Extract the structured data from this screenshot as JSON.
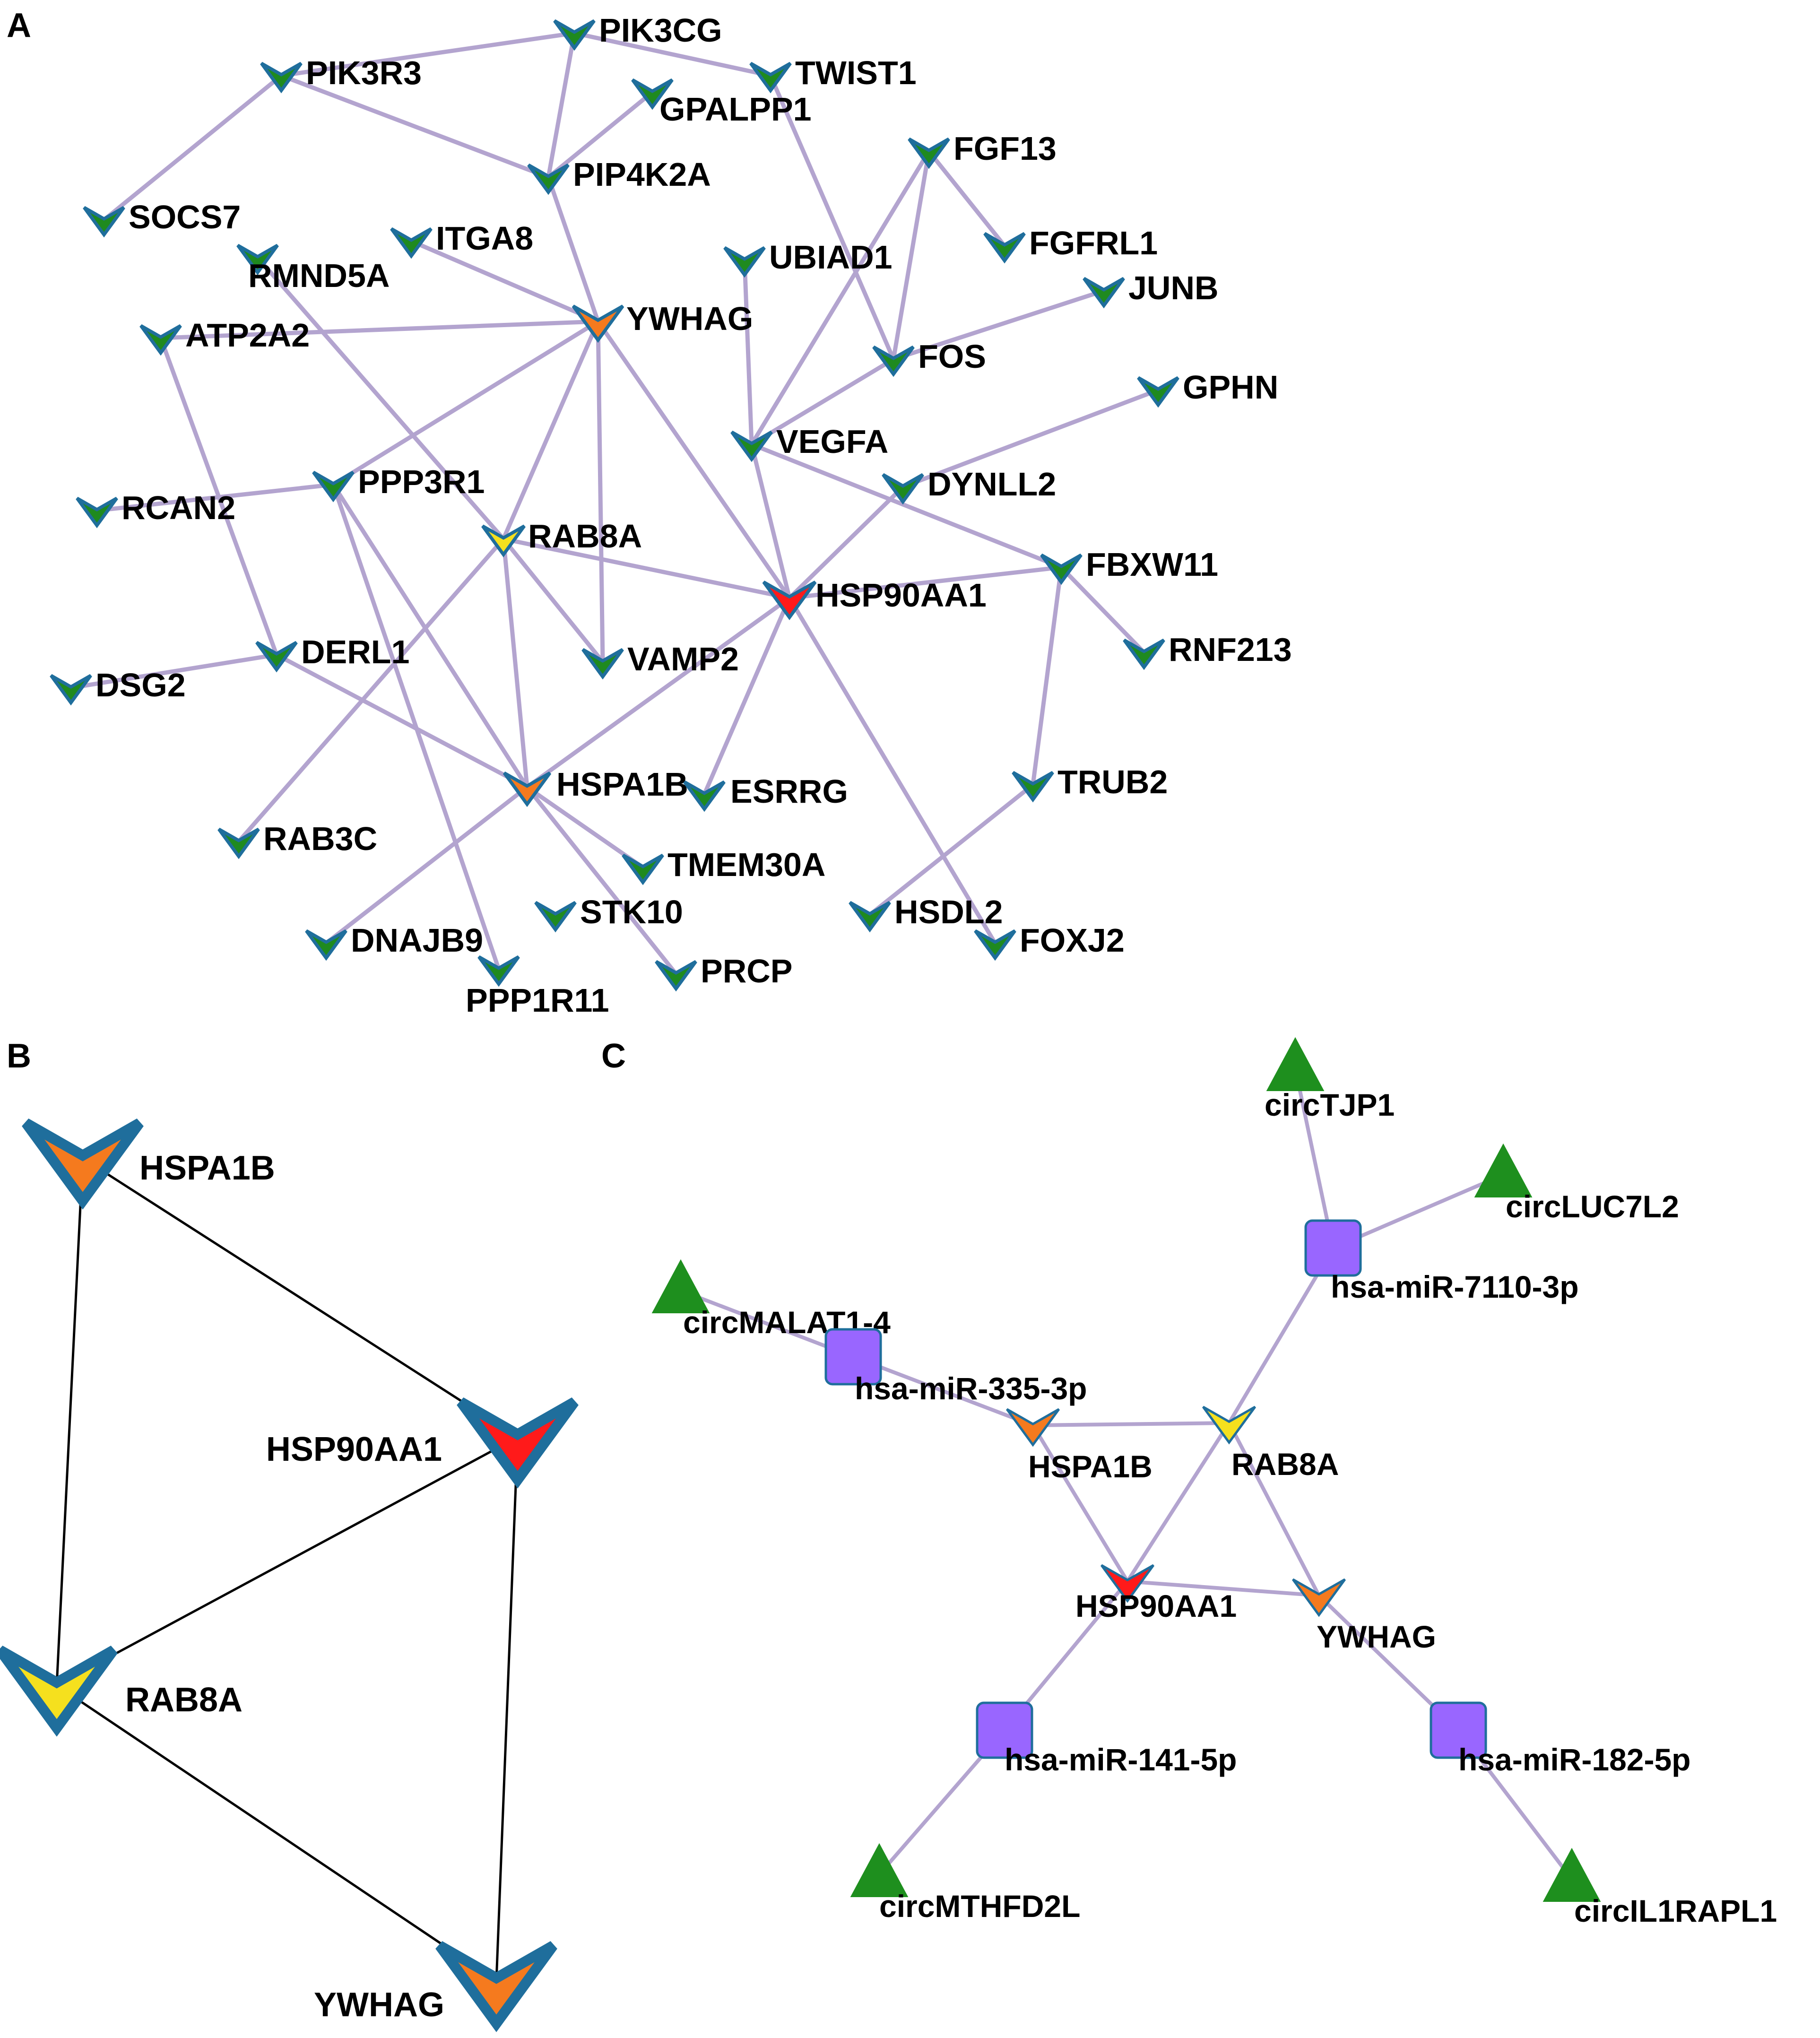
{
  "colors": {
    "edge_ab": "#b3a4cf",
    "edge_b": "#000000",
    "hub_red": "#ff1a1a",
    "hub_orange": "#f57a1e",
    "hub_yellow": "#f5e01e",
    "node_green": "#1f8a1f",
    "node_outline": "#1f6e9c",
    "mirna": "#9966ff",
    "circ_green": "#1e8f1e"
  },
  "panels": {
    "A": {
      "letter": "A",
      "nodes": [
        {
          "id": "PIK3CG",
          "label": "PIK3CG",
          "color": "green"
        },
        {
          "id": "PIK3R3",
          "label": "PIK3R3",
          "color": "green"
        },
        {
          "id": "TWIST1",
          "label": "TWIST1",
          "color": "green"
        },
        {
          "id": "GPALPP1",
          "label": "GPALPP1",
          "color": "green"
        },
        {
          "id": "FGF13",
          "label": "FGF13",
          "color": "green"
        },
        {
          "id": "PIP4K2A",
          "label": "PIP4K2A",
          "color": "green"
        },
        {
          "id": "SOCS7",
          "label": "SOCS7",
          "color": "green"
        },
        {
          "id": "ITGA8",
          "label": "ITGA8",
          "color": "green"
        },
        {
          "id": "RMND5A",
          "label": "RMND5A",
          "color": "green"
        },
        {
          "id": "FGFRL1",
          "label": "FGFRL1",
          "color": "green"
        },
        {
          "id": "UBIAD1",
          "label": "UBIAD1",
          "color": "green"
        },
        {
          "id": "JUNB",
          "label": "JUNB",
          "color": "green"
        },
        {
          "id": "YWHAG",
          "label": "YWHAG",
          "color": "orange"
        },
        {
          "id": "ATP2A2",
          "label": "ATP2A2",
          "color": "green"
        },
        {
          "id": "FOS",
          "label": "FOS",
          "color": "green"
        },
        {
          "id": "GPHN",
          "label": "GPHN",
          "color": "green"
        },
        {
          "id": "VEGFA",
          "label": "VEGFA",
          "color": "green"
        },
        {
          "id": "DYNLL2",
          "label": "DYNLL2",
          "color": "green"
        },
        {
          "id": "PPP3R1",
          "label": "PPP3R1",
          "color": "green"
        },
        {
          "id": "RCAN2",
          "label": "RCAN2",
          "color": "green"
        },
        {
          "id": "RAB8A",
          "label": "RAB8A",
          "color": "yellow"
        },
        {
          "id": "FBXW11",
          "label": "FBXW11",
          "color": "green"
        },
        {
          "id": "HSP90AA1",
          "label": "HSP90AA1",
          "color": "red"
        },
        {
          "id": "RNF213",
          "label": "RNF213",
          "color": "green"
        },
        {
          "id": "DERL1",
          "label": "DERL1",
          "color": "green"
        },
        {
          "id": "VAMP2",
          "label": "VAMP2",
          "color": "green"
        },
        {
          "id": "DSG2",
          "label": "DSG2",
          "color": "green"
        },
        {
          "id": "TRUB2",
          "label": "TRUB2",
          "color": "green"
        },
        {
          "id": "HSPA1B",
          "label": "HSPA1B",
          "color": "orange"
        },
        {
          "id": "ESRRG",
          "label": "ESRRG",
          "color": "green"
        },
        {
          "id": "RAB3C",
          "label": "RAB3C",
          "color": "green"
        },
        {
          "id": "TMEM30A",
          "label": "TMEM30A",
          "color": "green"
        },
        {
          "id": "HSDL2",
          "label": "HSDL2",
          "color": "green"
        },
        {
          "id": "STK10",
          "label": "STK10",
          "color": "green"
        },
        {
          "id": "FOXJ2",
          "label": "FOXJ2",
          "color": "green"
        },
        {
          "id": "DNAJB9",
          "label": "DNAJB9",
          "color": "green"
        },
        {
          "id": "PRCP",
          "label": "PRCP",
          "color": "green"
        },
        {
          "id": "PPP1R11",
          "label": "PPP1R11",
          "color": "green"
        }
      ],
      "edges": [
        [
          "PIK3R3",
          "PIK3CG"
        ],
        [
          "PIK3CG",
          "TWIST1"
        ],
        [
          "PIK3R3",
          "SOCS7"
        ],
        [
          "PIK3R3",
          "PIP4K2A"
        ],
        [
          "PIK3CG",
          "PIP4K2A"
        ],
        [
          "GPALPP1",
          "PIP4K2A"
        ],
        [
          "PIP4K2A",
          "YWHAG"
        ],
        [
          "TWIST1",
          "FOS"
        ],
        [
          "FGF13",
          "FGFRL1"
        ],
        [
          "FGF13",
          "FOS"
        ],
        [
          "FGF13",
          "VEGFA"
        ],
        [
          "JUNB",
          "FOS"
        ],
        [
          "FOS",
          "VEGFA"
        ],
        [
          "UBIAD1",
          "VEGFA"
        ],
        [
          "ITGA8",
          "YWHAG"
        ],
        [
          "RMND5A",
          "RAB8A"
        ],
        [
          "ATP2A2",
          "YWHAG"
        ],
        [
          "ATP2A2",
          "DERL1"
        ],
        [
          "YWHAG",
          "PPP3R1"
        ],
        [
          "YWHAG",
          "RAB8A"
        ],
        [
          "YWHAG",
          "VAMP2"
        ],
        [
          "YWHAG",
          "HSP90AA1"
        ],
        [
          "GPHN",
          "DYNLL2"
        ],
        [
          "VEGFA",
          "HSP90AA1"
        ],
        [
          "VEGFA",
          "FBXW11"
        ],
        [
          "DYNLL2",
          "HSP90AA1"
        ],
        [
          "RCAN2",
          "PPP3R1"
        ],
        [
          "PPP3R1",
          "HSPA1B"
        ],
        [
          "PPP3R1",
          "PPP1R11"
        ],
        [
          "RAB8A",
          "HSP90AA1"
        ],
        [
          "RAB8A",
          "VAMP2"
        ],
        [
          "RAB8A",
          "HSPA1B"
        ],
        [
          "RAB8A",
          "RAB3C"
        ],
        [
          "HSP90AA1",
          "FBXW11"
        ],
        [
          "HSP90AA1",
          "HSPA1B"
        ],
        [
          "HSP90AA1",
          "ESRRG"
        ],
        [
          "HSP90AA1",
          "FOXJ2"
        ],
        [
          "FBXW11",
          "RNF213"
        ],
        [
          "FBXW11",
          "TRUB2"
        ],
        [
          "TRUB2",
          "HSDL2"
        ],
        [
          "DSG2",
          "DERL1"
        ],
        [
          "DERL1",
          "HSPA1B"
        ],
        [
          "HSPA1B",
          "DNAJB9"
        ],
        [
          "HSPA1B",
          "TMEM30A"
        ],
        [
          "HSPA1B",
          "PRCP"
        ]
      ]
    },
    "B": {
      "letter": "B",
      "nodes": [
        {
          "id": "HSPA1B",
          "label": "HSPA1B",
          "color": "orange"
        },
        {
          "id": "HSP90AA1",
          "label": "HSP90AA1",
          "color": "red"
        },
        {
          "id": "RAB8A",
          "label": "RAB8A",
          "color": "yellow"
        },
        {
          "id": "YWHAG",
          "label": "YWHAG",
          "color": "orange"
        }
      ],
      "edges": [
        [
          "HSPA1B",
          "HSP90AA1"
        ],
        [
          "HSPA1B",
          "RAB8A"
        ],
        [
          "RAB8A",
          "HSP90AA1"
        ],
        [
          "RAB8A",
          "YWHAG"
        ],
        [
          "HSP90AA1",
          "YWHAG"
        ]
      ]
    },
    "C": {
      "letter": "C",
      "nodes": [
        {
          "id": "circTJP1",
          "label": "circTJP1",
          "kind": "circ"
        },
        {
          "id": "circLUC7L2",
          "label": "circLUC7L2",
          "kind": "circ"
        },
        {
          "id": "hsa-miR-7110-3p",
          "label": "hsa-miR-7110-3p",
          "kind": "mirna"
        },
        {
          "id": "circMALAT1-4",
          "label": "circMALAT1-4",
          "kind": "circ"
        },
        {
          "id": "hsa-miR-335-3p",
          "label": "hsa-miR-335-3p",
          "kind": "mirna"
        },
        {
          "id": "HSPA1B",
          "label": "HSPA1B",
          "kind": "gene",
          "color": "orange"
        },
        {
          "id": "RAB8A",
          "label": "RAB8A",
          "kind": "gene",
          "color": "yellow"
        },
        {
          "id": "HSP90AA1",
          "label": "HSP90AA1",
          "kind": "gene",
          "color": "red"
        },
        {
          "id": "YWHAG",
          "label": "YWHAG",
          "kind": "gene",
          "color": "orange"
        },
        {
          "id": "hsa-miR-141-5p",
          "label": "hsa-miR-141-5p",
          "kind": "mirna"
        },
        {
          "id": "hsa-miR-182-5p",
          "label": "hsa-miR-182-5p",
          "kind": "mirna"
        },
        {
          "id": "circMTHFD2L",
          "label": "circMTHFD2L",
          "kind": "circ"
        },
        {
          "id": "circIL1RAPL1",
          "label": "circIL1RAPL1",
          "kind": "circ"
        }
      ],
      "edges": [
        [
          "circTJP1",
          "hsa-miR-7110-3p"
        ],
        [
          "circLUC7L2",
          "hsa-miR-7110-3p"
        ],
        [
          "hsa-miR-7110-3p",
          "RAB8A"
        ],
        [
          "circMALAT1-4",
          "hsa-miR-335-3p"
        ],
        [
          "hsa-miR-335-3p",
          "HSPA1B"
        ],
        [
          "HSPA1B",
          "RAB8A"
        ],
        [
          "HSPA1B",
          "HSP90AA1"
        ],
        [
          "RAB8A",
          "HSP90AA1"
        ],
        [
          "RAB8A",
          "YWHAG"
        ],
        [
          "HSP90AA1",
          "YWHAG"
        ],
        [
          "HSP90AA1",
          "hsa-miR-141-5p"
        ],
        [
          "hsa-miR-141-5p",
          "circMTHFD2L"
        ],
        [
          "YWHAG",
          "hsa-miR-182-5p"
        ],
        [
          "hsa-miR-182-5p",
          "circIL1RAPL1"
        ]
      ]
    }
  }
}
